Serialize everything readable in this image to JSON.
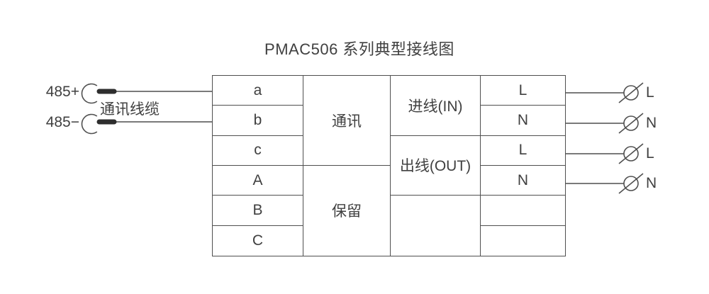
{
  "title": "PMAC506 系列典型接线图",
  "left": {
    "terminal_plus": "485+",
    "terminal_minus": "485−",
    "cable_label": "通讯线缆"
  },
  "table": {
    "terminals": [
      "a",
      "b",
      "c",
      "A",
      "B",
      "C"
    ],
    "functions": [
      "通讯",
      "保留"
    ],
    "io": [
      "进线(IN)",
      "出线(OUT)",
      ""
    ],
    "lines": [
      "L",
      "N",
      "L",
      "N",
      "",
      ""
    ]
  },
  "right_terminals": [
    "L",
    "N",
    "L",
    "N"
  ],
  "colors": {
    "line": "#4f4f4f",
    "text": "#404040",
    "ferrule": "#2e2e2e"
  }
}
